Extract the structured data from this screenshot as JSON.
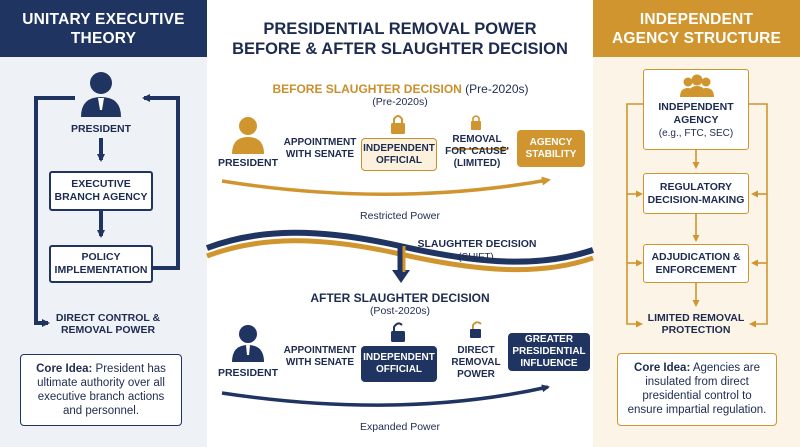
{
  "left": {
    "header": "UNITARY EXECUTIVE THEORY",
    "president": "PRESIDENT",
    "agency": "EXECUTIVE BRANCH AGENCY",
    "policy": "POLICY IMPLEMENTATION",
    "control": "DIRECT CONTROL & REMOVAL POWER",
    "core_title": "Core Idea:",
    "core_text": " President has ultimate authority over all executive branch actions and personnel."
  },
  "center": {
    "title": "PRESIDENTIAL REMOVAL POWER BEFORE & AFTER SLAUGHTER DECISION",
    "before": {
      "title": "BEFORE SLAUGHTER DECISION",
      "title_suffix": " (Pre-2020s)",
      "sub": "(Pre-2020s)",
      "president": "PRESIDENT",
      "appointment": "APPOINTMENT WITH SENATE",
      "official": "INDEPENDENT OFFICIAL",
      "removal": "REMOVAL FOR 'CAUSE' (LIMITED)",
      "stability": "AGENCY STABILITY",
      "arrow_label": "Restricted Power"
    },
    "shift": {
      "title": "SLAUGHTER DECISION",
      "sub": "(SHIFT)"
    },
    "after": {
      "title": "AFTER SLAUGHTER DECISION",
      "sub": "(Post-2020s)",
      "president": "PRESIDENT",
      "appointment": "APPOINTMENT WITH SENATE",
      "official": "INDEPENDENT OFFICIAL",
      "removal": "DIRECT REMOVAL POWER",
      "influence": "GREATER PRESIDENTIAL INFLUENCE",
      "arrow_label": "Expanded Power"
    }
  },
  "right": {
    "header": "INDEPENDENT AGENCY STRUCTURE",
    "agency": "INDEPENDENT AGENCY",
    "agency_sub": "(e.g., FTC, SEC)",
    "regulatory": "REGULATORY DECISION-MAKING",
    "adjudication": "ADJUDICATION & ENFORCEMENT",
    "protection": "LIMITED REMOVAL PROTECTION",
    "core_title": "Core Idea:",
    "core_text": " Agencies are insulated from direct presidential control to ensure impartial regulation."
  },
  "colors": {
    "navy": "#1f3461",
    "gold": "#d0952f"
  }
}
